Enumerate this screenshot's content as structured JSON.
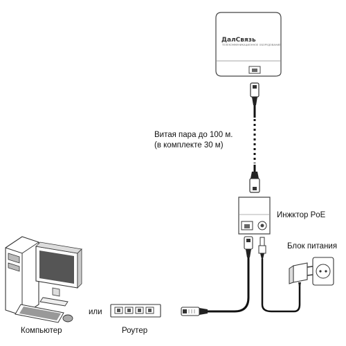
{
  "device": {
    "brand": "ДалСвязь",
    "tagline": "ТЕЛЕКОММУНИКАЦИОННОЕ ОБОРУДОВАНИЕ"
  },
  "cable": {
    "line1": "Витая пара до 100 м.",
    "line2": "(в комплекте 30 м)"
  },
  "injector": {
    "label": "Инжктор PoE"
  },
  "power": {
    "label": "Блок питания"
  },
  "computer": {
    "label": "Компьютер"
  },
  "router": {
    "label": "Роутер"
  },
  "or_text": "или",
  "colors": {
    "stroke": "#333333",
    "cable": "#111111",
    "fill": "#ffffff"
  }
}
